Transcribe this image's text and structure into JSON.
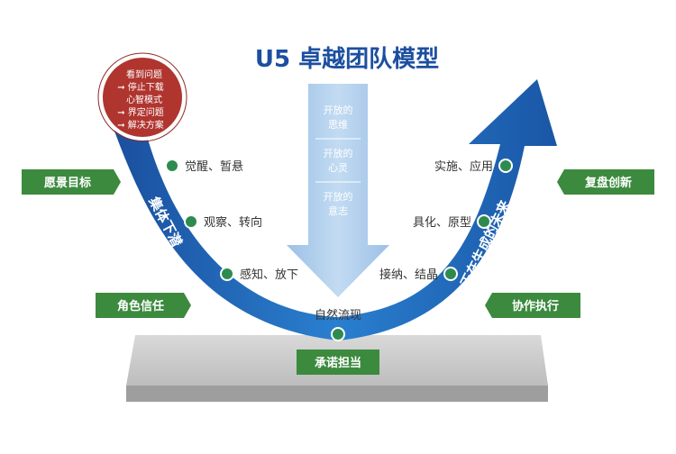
{
  "title": "U5 卓越团队模型",
  "circle": {
    "lines": [
      "看到问题",
      "➞ 停止下载",
      "心智模式",
      "➞ 界定问题",
      "➞ 解决方案"
    ]
  },
  "center_arrow": {
    "items": [
      [
        "开放的",
        "思维"
      ],
      [
        "开放的",
        "心灵"
      ],
      [
        "开放的",
        "意志"
      ]
    ]
  },
  "arcs": {
    "left_label": "集体下潜",
    "right_label": "正在生成的未来"
  },
  "nodes": {
    "left": [
      "觉醒、暂悬",
      "观察、转向",
      "感知、放下"
    ],
    "right": [
      "实施、应用",
      "具化、原型",
      "接纳、结晶"
    ],
    "bottom": "自然流现"
  },
  "tags": {
    "vision": "愿景目标",
    "role": "角色信任",
    "commit": "承诺担当",
    "review": "复盘创新",
    "collab": "协作执行"
  },
  "colors": {
    "title_blue": "#1c4fa0",
    "arrow_blue": "#1b62b4",
    "node_green": "#2e8b4f",
    "tag_green": "#3c8a3e",
    "circle_red": "#b0352f",
    "center_arrow": "#a9c8e8"
  }
}
